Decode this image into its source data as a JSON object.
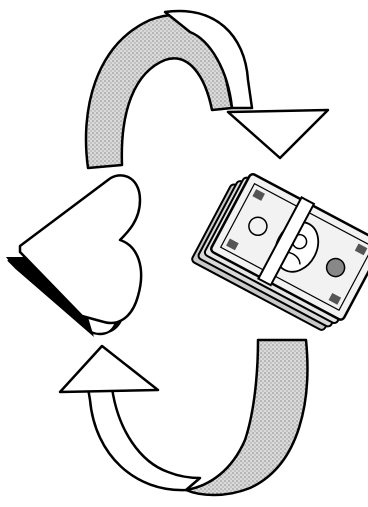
{
  "illustration": {
    "elements": [
      {
        "name": "top-curved-arrow",
        "icon": "curved-arrow-clockwise-down-right"
      },
      {
        "name": "heart",
        "icon": "heart-3d-icon"
      },
      {
        "name": "money-stack",
        "icon": "banknote-stack-icon"
      },
      {
        "name": "bottom-curved-arrow",
        "icon": "curved-arrow-up-left"
      }
    ],
    "colors": {
      "line": "#000000",
      "fill": "#ffffff",
      "shade": "#bdbdbd",
      "heart_side": "#000000"
    }
  }
}
